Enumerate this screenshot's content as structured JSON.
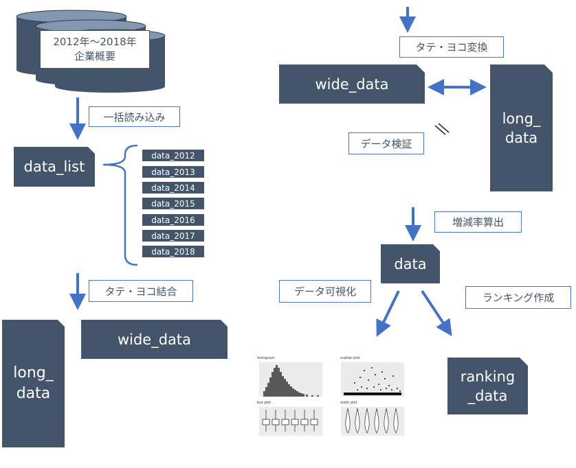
{
  "database": {
    "line1": "2012年～2018年",
    "line2": "企業概要"
  },
  "left": {
    "step1": "一括読み込み",
    "data_list": "data_list",
    "files": [
      "data_2012",
      "data_2013",
      "data_2014",
      "data_2015",
      "data_2016",
      "data_2017",
      "data_2018"
    ],
    "step2": "タテ・ヨコ結合",
    "long_data_line1": "long_",
    "long_data_line2": "data",
    "wide_data": "wide_data"
  },
  "right": {
    "step_transform": "タテ・ヨコ変換",
    "wide_data": "wide_data",
    "long_data_line1": "long_",
    "long_data_line2": "data",
    "equal_sign": "＝",
    "verify": "データ検証",
    "rate_calc": "増減率算出",
    "data": "data",
    "visualize": "データ可視化",
    "ranking": "ランキング作成",
    "ranking_data_line1": "ranking",
    "ranking_data_line2": "_data"
  },
  "plots": {
    "histogram": "histogram",
    "scatter": "scatter plot",
    "box": "box plot",
    "violin": "violin plot"
  },
  "colors": {
    "box": "#44546a",
    "arrow": "#4472c4",
    "label_border": "#4472c4",
    "label_text": "#44546a",
    "db_top": "#8497b0"
  }
}
